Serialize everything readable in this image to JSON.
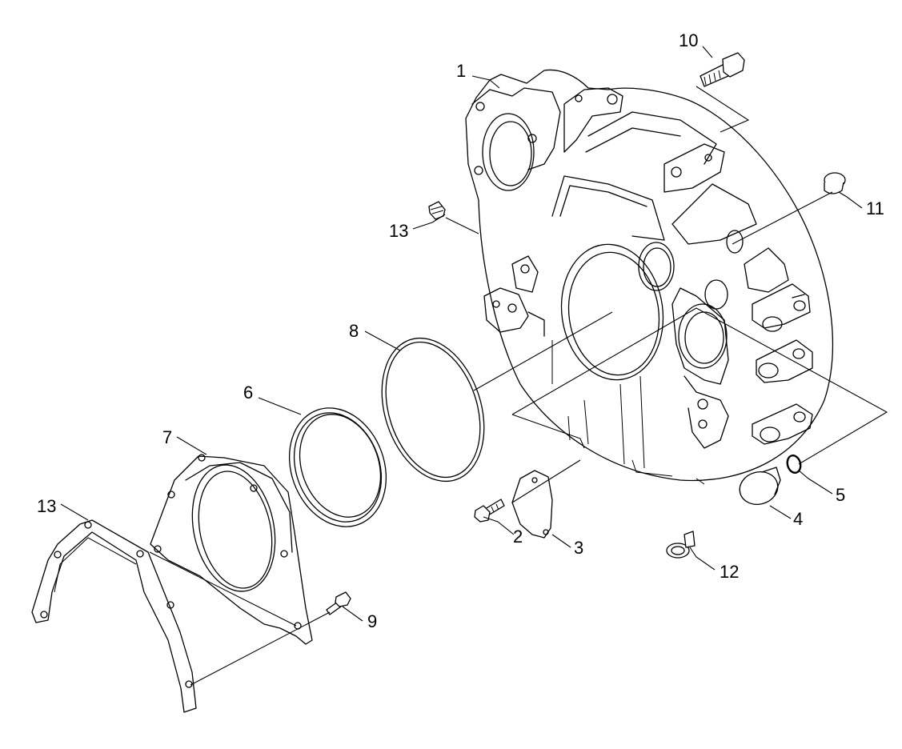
{
  "callouts": [
    {
      "id": "c1",
      "label": "1"
    },
    {
      "id": "c2",
      "label": "2"
    },
    {
      "id": "c3",
      "label": "3"
    },
    {
      "id": "c4",
      "label": "4"
    },
    {
      "id": "c5",
      "label": "5"
    },
    {
      "id": "c6",
      "label": "6"
    },
    {
      "id": "c7",
      "label": "7"
    },
    {
      "id": "c8",
      "label": "8"
    },
    {
      "id": "c9",
      "label": "9"
    },
    {
      "id": "c10",
      "label": "10"
    },
    {
      "id": "c11",
      "label": "11"
    },
    {
      "id": "c12",
      "label": "12"
    },
    {
      "id": "c13a",
      "label": "13"
    },
    {
      "id": "c13b",
      "label": "13"
    }
  ]
}
